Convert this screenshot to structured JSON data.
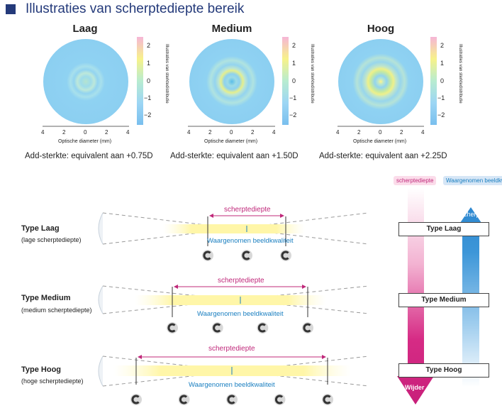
{
  "header": {
    "title": "Illustraties van scherptediepte bereik"
  },
  "panels": [
    {
      "title": "Laag",
      "add": "Add-sterkte: equivalent aan +0.75D"
    },
    {
      "title": "Medium",
      "add": "Add-sterkte: equivalent aan +1.50D"
    },
    {
      "title": "Hoog",
      "add": "Add-sterkte: equivalent aan +2.25D"
    }
  ],
  "axis": {
    "label": "Optische diameter (mm)",
    "ticks": [
      "4",
      "2",
      "0",
      "2",
      "4"
    ]
  },
  "colorbar": {
    "label": "Illustraties van sterktedistributie",
    "ticks": [
      "2",
      "1",
      "0",
      "−1",
      "−2"
    ]
  },
  "types": [
    {
      "name": "Type Laag",
      "sub": "(lage scherptediepte)",
      "optotypes": 3
    },
    {
      "name": "Type Medium",
      "sub": "(medium scherptediepte)",
      "optotypes": 4
    },
    {
      "name": "Type Hoog",
      "sub": "(hoge scherptediepte)",
      "optotypes": 5
    }
  ],
  "labels": {
    "scherptediepte": "scherptediepte",
    "waargenomen": "Waargenomen beeldkwaliteit"
  },
  "legend": {
    "scherptediepte_badge": "scherptediepte",
    "waargenomen_badge": "Waargenomen beeldkwaliteit",
    "scherper": "Scherper",
    "wijder": "Wijder",
    "boxes": [
      "Type Laag",
      "Type Medium",
      "Type Hoog"
    ]
  },
  "colors": {
    "title": "#243a7a",
    "pink": "#c0287a",
    "blue": "#1a7fc0",
    "disc": "#8fd2f2"
  }
}
